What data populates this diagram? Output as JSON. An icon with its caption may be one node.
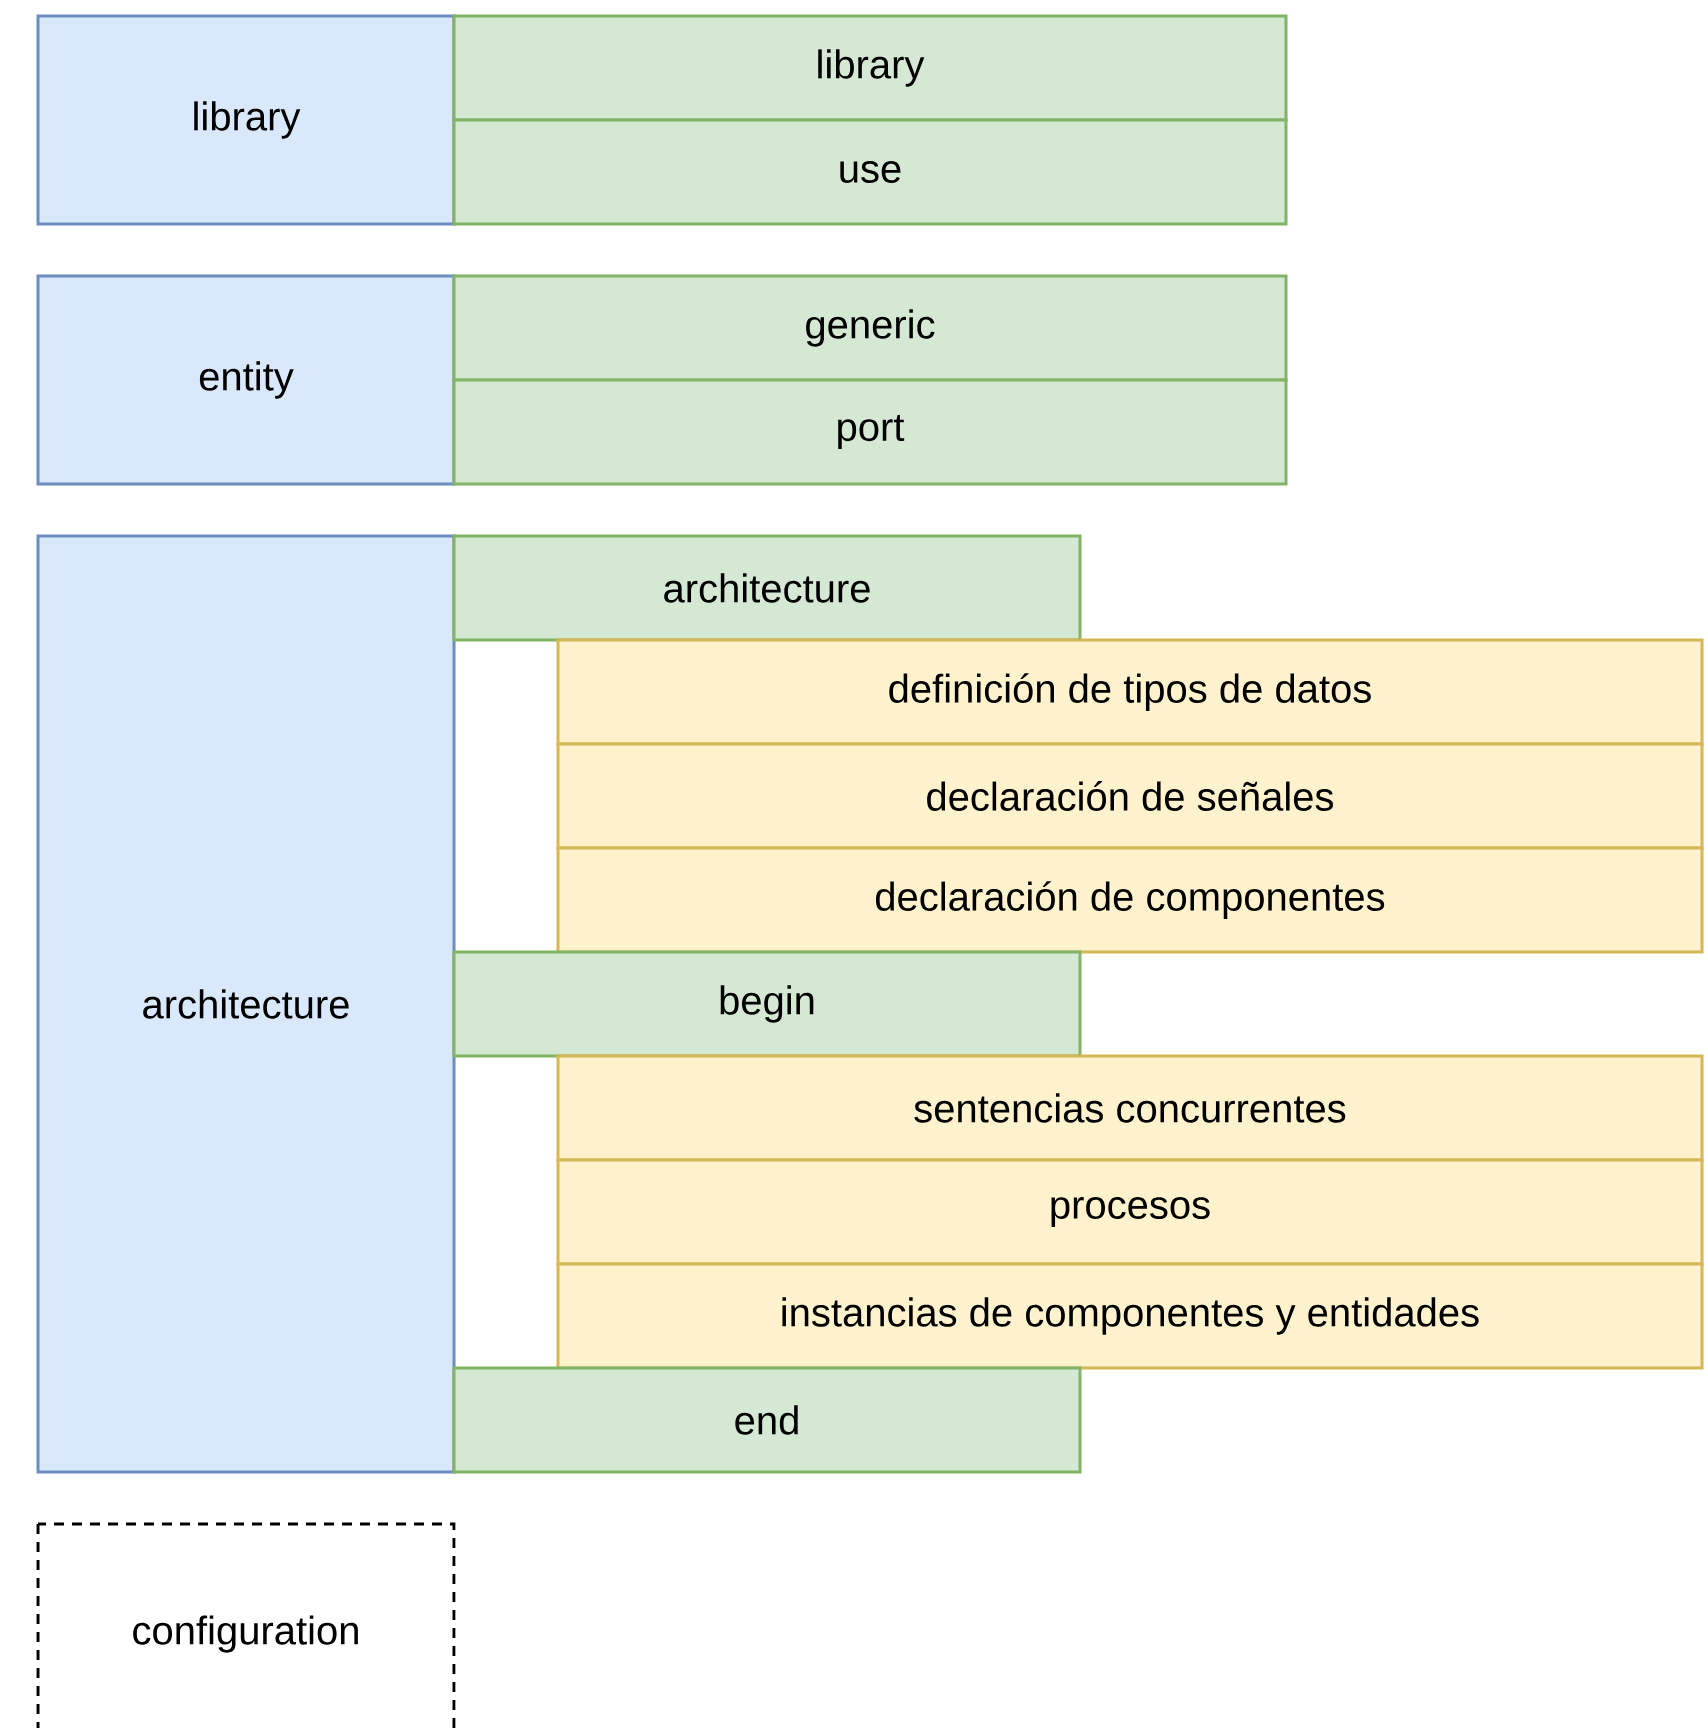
{
  "diagram": {
    "nodes": [
      {
        "text": [
          "library"
        ]
      },
      {
        "text": [
          "library"
        ]
      },
      {
        "text": [
          "use"
        ]
      },
      {
        "text": [
          "entity"
        ]
      },
      {
        "text": [
          "generic"
        ]
      },
      {
        "text": [
          "port"
        ]
      },
      {
        "text": [
          "architecture"
        ]
      },
      {
        "text": [
          "architecture"
        ]
      },
      {
        "text": [
          "definición de tipos de datos"
        ]
      },
      {
        "text": [
          "declaración de señales"
        ]
      },
      {
        "text": [
          "declaración de componentes"
        ]
      },
      {
        "text": [
          "begin"
        ]
      },
      {
        "text": [
          "sentencias concurrentes"
        ]
      },
      {
        "text": [
          "procesos"
        ]
      },
      {
        "text": [
          "instancias de componentes y entidades"
        ]
      },
      {
        "text": [
          "end"
        ]
      },
      {
        "text": [
          "configuration"
        ]
      }
    ]
  }
}
